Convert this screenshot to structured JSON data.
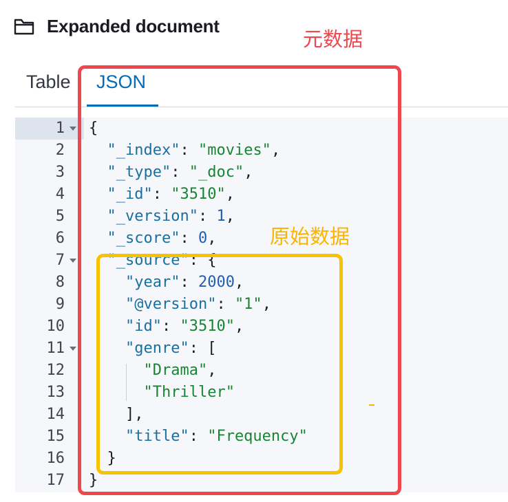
{
  "header": {
    "title": "Expanded document",
    "icon": "folder-icon"
  },
  "tabs": [
    {
      "label": "Table",
      "active": false
    },
    {
      "label": "JSON",
      "active": true
    }
  ],
  "colors": {
    "accent": "#006bb8",
    "annotation_red": "#f0474e",
    "annotation_yellow": "#f9c200",
    "string": "#188535",
    "key": "#1a6fa0"
  },
  "annotations": {
    "metadata_label": "元数据",
    "source_label": "原始数据"
  },
  "editor": {
    "line_numbers": [
      "1",
      "2",
      "3",
      "4",
      "5",
      "6",
      "7",
      "8",
      "9",
      "10",
      "11",
      "12",
      "13",
      "14",
      "15",
      "16",
      "17"
    ],
    "foldable_lines": [
      1,
      7,
      11
    ],
    "lines": [
      [
        {
          "t": "p",
          "v": "{"
        }
      ],
      [
        {
          "t": "p",
          "v": "  "
        },
        {
          "t": "k",
          "v": "\"_index\""
        },
        {
          "t": "p",
          "v": ": "
        },
        {
          "t": "s",
          "v": "\"movies\""
        },
        {
          "t": "p",
          "v": ","
        }
      ],
      [
        {
          "t": "p",
          "v": "  "
        },
        {
          "t": "k",
          "v": "\"_type\""
        },
        {
          "t": "p",
          "v": ": "
        },
        {
          "t": "s",
          "v": "\"_doc\""
        },
        {
          "t": "p",
          "v": ","
        }
      ],
      [
        {
          "t": "p",
          "v": "  "
        },
        {
          "t": "k",
          "v": "\"_id\""
        },
        {
          "t": "p",
          "v": ": "
        },
        {
          "t": "s",
          "v": "\"3510\""
        },
        {
          "t": "p",
          "v": ","
        }
      ],
      [
        {
          "t": "p",
          "v": "  "
        },
        {
          "t": "k",
          "v": "\"_version\""
        },
        {
          "t": "p",
          "v": ": "
        },
        {
          "t": "n",
          "v": "1"
        },
        {
          "t": "p",
          "v": ","
        }
      ],
      [
        {
          "t": "p",
          "v": "  "
        },
        {
          "t": "k",
          "v": "\"_score\""
        },
        {
          "t": "p",
          "v": ": "
        },
        {
          "t": "n",
          "v": "0"
        },
        {
          "t": "p",
          "v": ","
        }
      ],
      [
        {
          "t": "p",
          "v": "  "
        },
        {
          "t": "k",
          "v": "\"_source\""
        },
        {
          "t": "p",
          "v": ": {"
        }
      ],
      [
        {
          "t": "p",
          "v": "    "
        },
        {
          "t": "k",
          "v": "\"year\""
        },
        {
          "t": "p",
          "v": ": "
        },
        {
          "t": "n",
          "v": "2000"
        },
        {
          "t": "p",
          "v": ","
        }
      ],
      [
        {
          "t": "p",
          "v": "    "
        },
        {
          "t": "k",
          "v": "\"@version\""
        },
        {
          "t": "p",
          "v": ": "
        },
        {
          "t": "s",
          "v": "\"1\""
        },
        {
          "t": "p",
          "v": ","
        }
      ],
      [
        {
          "t": "p",
          "v": "    "
        },
        {
          "t": "k",
          "v": "\"id\""
        },
        {
          "t": "p",
          "v": ": "
        },
        {
          "t": "s",
          "v": "\"3510\""
        },
        {
          "t": "p",
          "v": ","
        }
      ],
      [
        {
          "t": "p",
          "v": "    "
        },
        {
          "t": "k",
          "v": "\"genre\""
        },
        {
          "t": "p",
          "v": ": ["
        }
      ],
      [
        {
          "t": "p",
          "v": "      "
        },
        {
          "t": "s",
          "v": "\"Drama\""
        },
        {
          "t": "p",
          "v": ","
        }
      ],
      [
        {
          "t": "p",
          "v": "      "
        },
        {
          "t": "s",
          "v": "\"Thriller\""
        }
      ],
      [
        {
          "t": "p",
          "v": "    ],"
        }
      ],
      [
        {
          "t": "p",
          "v": "    "
        },
        {
          "t": "k",
          "v": "\"title\""
        },
        {
          "t": "p",
          "v": ": "
        },
        {
          "t": "s",
          "v": "\"Frequency\""
        }
      ],
      [
        {
          "t": "p",
          "v": "  }"
        }
      ],
      [
        {
          "t": "p",
          "v": "}"
        }
      ]
    ]
  }
}
